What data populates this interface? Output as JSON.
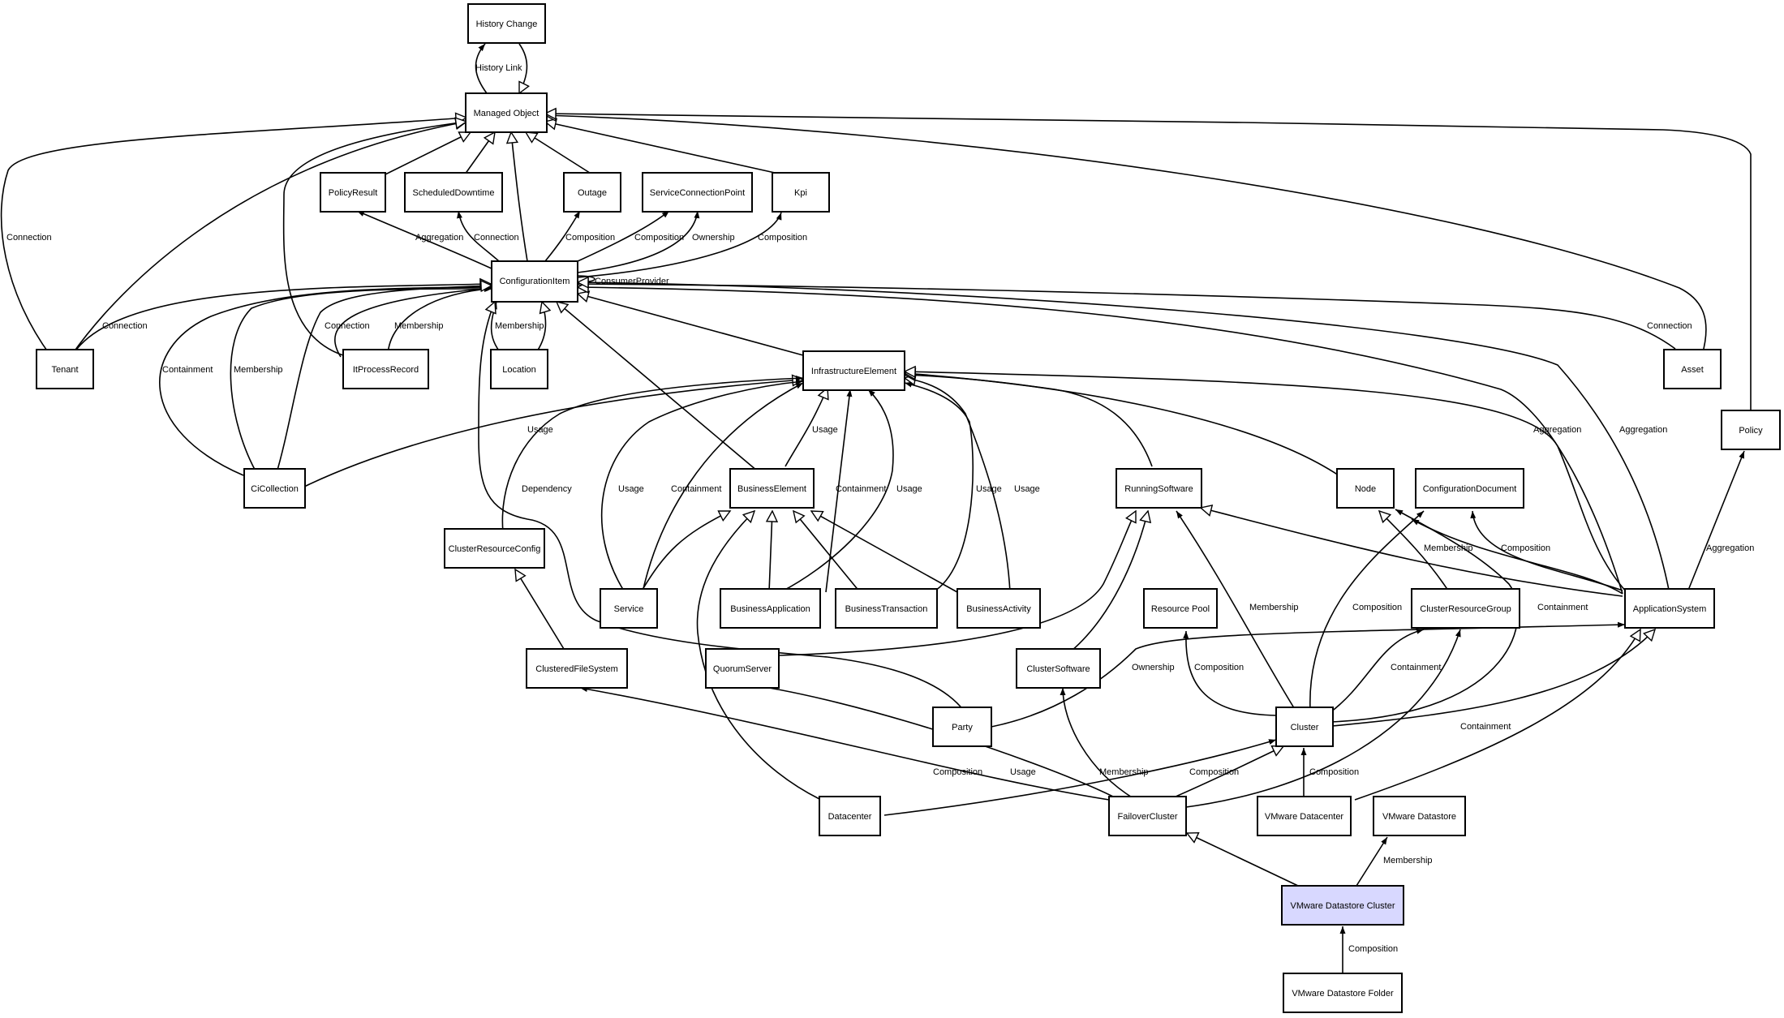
{
  "nodes": {
    "history_change": "History Change",
    "managed_object": "Managed Object",
    "policy_result": "PolicyResult",
    "scheduled_downtime": "ScheduledDowntime",
    "outage": "Outage",
    "service_connection_point": "ServiceConnectionPoint",
    "kpi": "Kpi",
    "configuration_item": "ConfigurationItem",
    "tenant": "Tenant",
    "it_process_record": "ItProcessRecord",
    "location": "Location",
    "infrastructure_element": "InfrastructureElement",
    "asset": "Asset",
    "policy": "Policy",
    "ci_collection": "CiCollection",
    "business_element": "BusinessElement",
    "running_software": "RunningSoftware",
    "node": "Node",
    "configuration_document": "ConfigurationDocument",
    "cluster_resource_config": "ClusterResourceConfig",
    "service": "Service",
    "business_application": "BusinessApplication",
    "business_transaction": "BusinessTransaction",
    "business_activity": "BusinessActivity",
    "resource_pool": "Resource Pool",
    "cluster_resource_group": "ClusterResourceGroup",
    "application_system": "ApplicationSystem",
    "clustered_file_system": "ClusteredFileSystem",
    "quorum_server": "QuorumServer",
    "cluster_software": "ClusterSoftware",
    "party": "Party",
    "cluster": "Cluster",
    "datacenter": "Datacenter",
    "failover_cluster": "FailoverCluster",
    "vmware_datacenter": "VMware Datacenter",
    "vmware_datastore": "VMware Datastore",
    "vmware_datastore_cluster": "VMware Datastore Cluster",
    "vmware_datastore_folder": "VMware Datastore Folder"
  },
  "edge_labels": {
    "history_link": "History Link",
    "connection": "Connection",
    "aggregation": "Aggregation",
    "composition": "Composition",
    "ownership": "Ownership",
    "consumer_provider": "ConsumerProvider",
    "containment": "Containment",
    "membership": "Membership",
    "usage": "Usage",
    "dependency": "Dependency"
  },
  "colors": {
    "highlight_fill": "#d8d8ff",
    "stroke": "#000000"
  }
}
